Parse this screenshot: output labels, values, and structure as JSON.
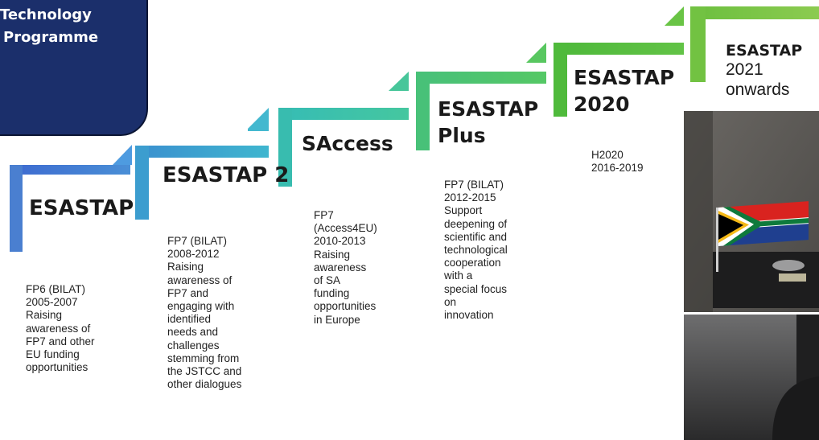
{
  "title": {
    "line1": "Technology",
    "line2": "Programme"
  },
  "steps": [
    {
      "name": "ESASTAP",
      "color": "#4a7fd0",
      "description": [
        "FP6 (BILAT)",
        "2005-2007",
        "Raising",
        "awareness of",
        "FP7 and other",
        "EU funding",
        "opportunities"
      ]
    },
    {
      "name": "ESASTAP 2",
      "color": "#3fa7cf",
      "description": [
        "FP7 (BILAT)",
        "2008-2012",
        "Raising",
        "awareness of",
        "FP7 and",
        "engaging with",
        "identified",
        "needs and",
        "challenges",
        "stemming from",
        "the JSTCC and",
        "other dialogues"
      ]
    },
    {
      "name": "SAccess",
      "color": "#3fbfab",
      "description": [
        "FP7",
        "(Access4EU)",
        "2010-2013",
        "Raising",
        "awareness",
        "of SA",
        "funding",
        "opportunities",
        "in Europe"
      ]
    },
    {
      "name_lines": [
        "ESASTAP",
        "Plus"
      ],
      "color": "#4ec46a",
      "description": [
        "FP7 (BILAT)",
        "2012-2015",
        "Support",
        "deepening of",
        "scientific and",
        "technological",
        "cooperation",
        "with a",
        "special focus",
        "on",
        "innovation"
      ]
    },
    {
      "name_lines": [
        "ESASTAP",
        "2020"
      ],
      "color": "#57bf3c",
      "description": [
        "H2020",
        "2016-2019"
      ]
    },
    {
      "name": "ESASTAP",
      "sub_lines": [
        "2021",
        "onwards"
      ],
      "color": "#7dc243"
    }
  ],
  "photo": {
    "flag_colors": {
      "red": "#d9231f",
      "blue": "#1f3f8f",
      "green": "#0e7a3c",
      "yellow": "#f5b917",
      "black": "#000000",
      "white": "#ffffff"
    }
  }
}
